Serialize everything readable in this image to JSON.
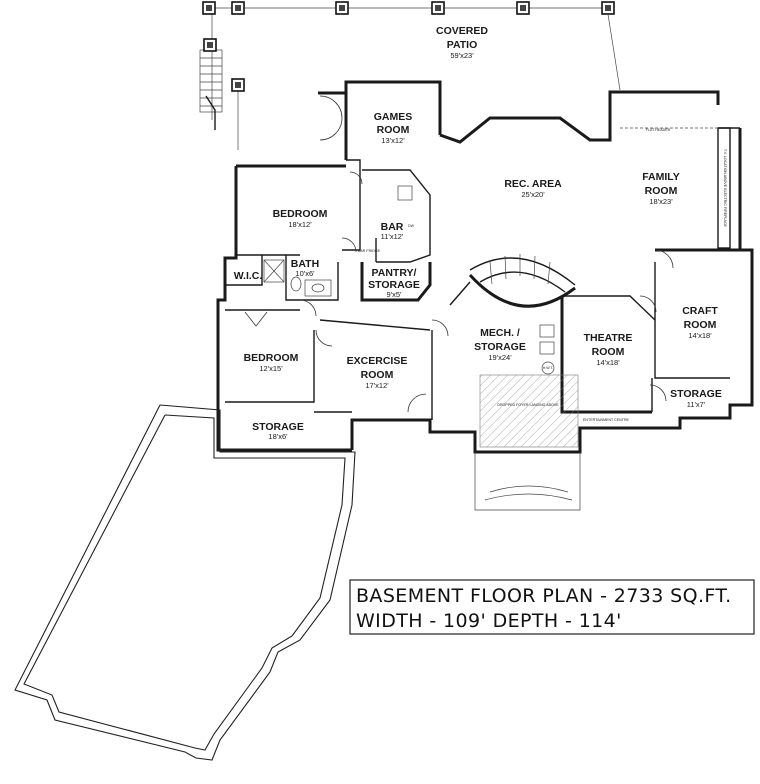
{
  "rooms": [
    {
      "name": "COVERED",
      "name2": "PATIO",
      "dim": "59'x23'"
    },
    {
      "name": "GAMES",
      "name2": "ROOM",
      "dim": "13'x12'"
    },
    {
      "name": "REC. AREA",
      "dim": "25'x20'"
    },
    {
      "name": "FAMILY",
      "name2": "ROOM",
      "dim": "18'x23'"
    },
    {
      "name": "BEDROOM",
      "dim": "18'x12'"
    },
    {
      "name": "BAR",
      "dim": "11'x12'"
    },
    {
      "name": "W.I.C."
    },
    {
      "name": "BATH",
      "dim": "10'x6'"
    },
    {
      "name": "PANTRY/",
      "name2": "STORAGE",
      "dim": "9'x5'"
    },
    {
      "name": "MECH. /",
      "name2": "STORAGE",
      "dim": "19'x24'"
    },
    {
      "name": "THEATRE",
      "name2": "ROOM",
      "dim": "14'x18'"
    },
    {
      "name": "CRAFT",
      "name2": "ROOM",
      "dim": "14'x18'"
    },
    {
      "name": "BEDROOM",
      "dim": "12'x15'"
    },
    {
      "name": "EXCERCISE",
      "name2": "ROOM",
      "dim": "17'x12'"
    },
    {
      "name": "STORAGE",
      "dim": "11'x7'"
    },
    {
      "name": "STORAGE",
      "dim": "18'x6'"
    }
  ],
  "notes": {
    "flat_header": "FLAT HEADER",
    "tv_location": "T.V. LOCATION ABOVE ELECTRIC FIREPLACE",
    "bar_fridge": "BAR FRIDGE",
    "dw": "DW",
    "dropped_foyer": "DROPPED FOYER LANDING ABOVE",
    "entertainment": "ENTERTAINMENT CENTRE",
    "wh": "H.W.T."
  },
  "title": {
    "line1": "BASEMENT FLOOR PLAN - 2733 SQ.FT.",
    "line2": "WIDTH - 109'  DEPTH - 114'"
  }
}
